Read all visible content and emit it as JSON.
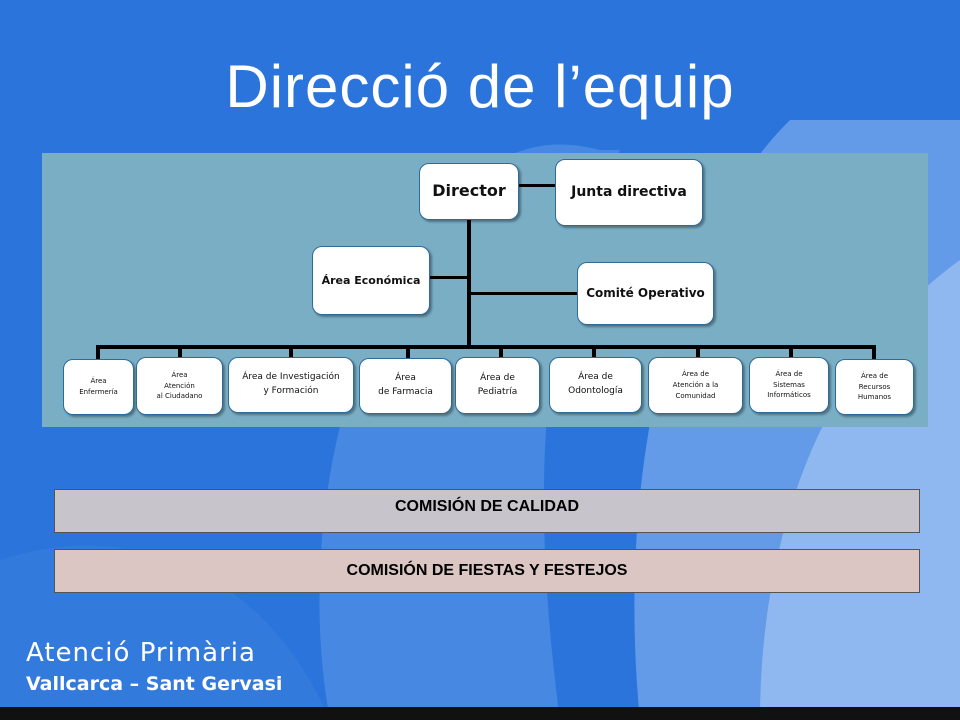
{
  "slide": {
    "title": "Direcció de l’equip",
    "colors": {
      "background": "#2a74dc",
      "panel": "#7aaec4",
      "node_fill": "#ffffff"
    }
  },
  "org_chart": {
    "director": "Director",
    "junta": "Junta directiva",
    "area_economica": "Área Económica",
    "comite_operativo": "Comité Operativo",
    "areas": [
      {
        "label": "Área\nEnfermería"
      },
      {
        "label": "Área\nAtención\nal Ciudadano"
      },
      {
        "label": "Área de Investigación\ny Formación"
      },
      {
        "label": "Área\nde Farmacia"
      },
      {
        "label": "Área de\nPediatría"
      },
      {
        "label": "Área de\nOdontología"
      },
      {
        "label": "Área de\nAtención a la\nComunidad"
      },
      {
        "label": "Área de\nSistemas\nInformáticos"
      },
      {
        "label": "Área de\nRecursos\nHumanos"
      }
    ]
  },
  "commissions": [
    {
      "label": "COMISIÓN DE CALIDAD",
      "color": "#c8c4cc"
    },
    {
      "label": "COMISIÓN DE FIESTAS Y FESTEJOS",
      "color": "#dcc6c3"
    }
  ],
  "footer": {
    "line1": "Atenció  Primària",
    "line2": "Vallcarca – Sant Gervasi"
  }
}
